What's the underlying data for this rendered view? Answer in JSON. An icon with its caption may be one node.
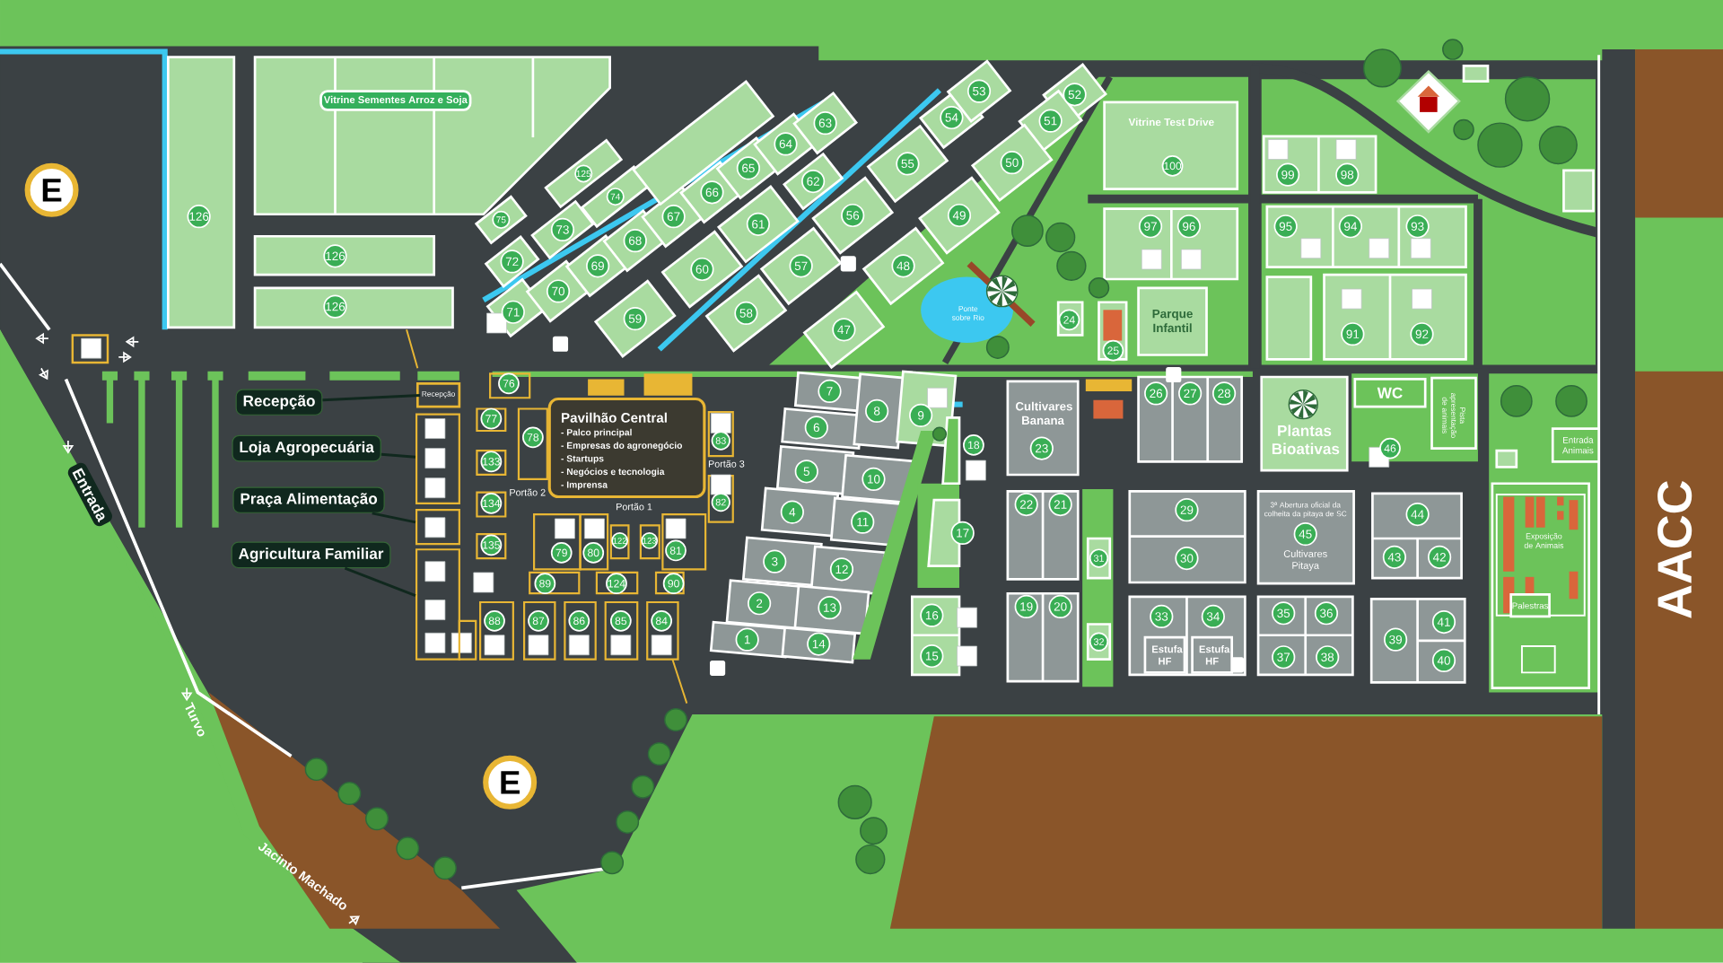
{
  "diagram": {
    "nodes": [
      {
        "text": [
          "Vitrine Sementes Arroz e Soja"
        ]
      },
      {
        "text": [
          "126"
        ]
      },
      {
        "text": [
          "126"
        ]
      },
      {
        "text": [
          "126"
        ]
      },
      {
        "text": [
          "125"
        ]
      },
      {
        "text": [
          "75"
        ]
      },
      {
        "text": [
          "74"
        ]
      },
      {
        "text": [
          "73"
        ]
      },
      {
        "text": [
          "72"
        ]
      },
      {
        "text": [
          "71"
        ]
      },
      {
        "text": [
          "70"
        ]
      },
      {
        "text": [
          "69"
        ]
      },
      {
        "text": [
          "68"
        ]
      },
      {
        "text": [
          "67"
        ]
      },
      {
        "text": [
          "66"
        ]
      },
      {
        "text": [
          "65"
        ]
      },
      {
        "text": [
          "64"
        ]
      },
      {
        "text": [
          "63"
        ]
      },
      {
        "text": [
          "62"
        ]
      },
      {
        "text": [
          "61"
        ]
      },
      {
        "text": [
          "60"
        ]
      },
      {
        "text": [
          "59"
        ]
      },
      {
        "text": [
          "58"
        ]
      },
      {
        "text": [
          "57"
        ]
      },
      {
        "text": [
          "56"
        ]
      },
      {
        "text": [
          "55"
        ]
      },
      {
        "text": [
          "54"
        ]
      },
      {
        "text": [
          "53"
        ]
      },
      {
        "text": [
          "52"
        ]
      },
      {
        "text": [
          "51"
        ]
      },
      {
        "text": [
          "50"
        ]
      },
      {
        "text": [
          "49"
        ]
      },
      {
        "text": [
          "48"
        ]
      },
      {
        "text": [
          "47"
        ]
      },
      {
        "text": [
          "Vitrine Test Drive"
        ]
      },
      {
        "text": [
          "100"
        ],
        "in": 34
      },
      {
        "text": [
          "99"
        ]
      },
      {
        "text": [
          "98"
        ]
      },
      {
        "text": [
          "97"
        ]
      },
      {
        "text": [
          "96"
        ]
      },
      {
        "text": [
          "95"
        ]
      },
      {
        "text": [
          "94"
        ]
      },
      {
        "text": [
          "93"
        ]
      },
      {
        "text": [
          "Parque Infantil"
        ]
      },
      {
        "text": [
          "24"
        ]
      },
      {
        "text": [
          "25"
        ]
      },
      {
        "text": [
          "91"
        ]
      },
      {
        "text": [
          "92"
        ]
      },
      {
        "text": [
          "Recepção"
        ]
      },
      {
        "text": [
          "Recepção"
        ]
      },
      {
        "text": [
          "76"
        ]
      },
      {
        "text": [
          "Pavilhão Central",
          "- Palco principal",
          "- Empresas do agronegócio",
          "- Startups",
          "- Negócios e tecnologia",
          "- Imprensa"
        ]
      },
      {
        "text": [
          "77"
        ]
      },
      {
        "text": [
          "78"
        ]
      },
      {
        "text": [
          "83"
        ]
      },
      {
        "text": [
          "Loja Agropecuária"
        ]
      },
      {
        "text": [],
        "shape": "box"
      },
      {
        "text": [
          "133"
        ]
      },
      {
        "text": [
          "Praça Alimentação"
        ]
      },
      {
        "text": [],
        "shape": "box"
      },
      {
        "text": [
          "134"
        ]
      },
      {
        "text": [
          "82"
        ]
      },
      {
        "text": [
          "135"
        ]
      },
      {
        "text": [
          "Agricultura Familiar"
        ]
      },
      {
        "text": [],
        "shape": "box"
      },
      {
        "text": [
          "79"
        ]
      },
      {
        "text": [
          "80"
        ]
      },
      {
        "text": [
          "122"
        ]
      },
      {
        "text": [
          "123"
        ]
      },
      {
        "text": [
          "81"
        ]
      },
      {
        "text": [
          "89"
        ]
      },
      {
        "text": [
          "124"
        ]
      },
      {
        "text": [
          "90"
        ]
      },
      {
        "text": [
          "88"
        ]
      },
      {
        "text": [
          "87"
        ]
      },
      {
        "text": [
          "86"
        ]
      },
      {
        "text": [
          "85"
        ]
      },
      {
        "text": [
          "84"
        ]
      },
      {
        "text": [
          "E"
        ]
      },
      {
        "text": [
          "E"
        ]
      },
      {
        "text": [
          "7"
        ]
      },
      {
        "text": [
          "8"
        ]
      },
      {
        "text": [
          "9"
        ]
      },
      {
        "text": [
          "6"
        ]
      },
      {
        "text": [
          "5"
        ]
      },
      {
        "text": [
          "10"
        ]
      },
      {
        "text": [
          "4"
        ]
      },
      {
        "text": [
          "11"
        ]
      },
      {
        "text": [
          "3"
        ]
      },
      {
        "text": [
          "12"
        ]
      },
      {
        "text": [
          "2"
        ]
      },
      {
        "text": [
          "13"
        ]
      },
      {
        "text": [
          "1"
        ]
      },
      {
        "text": [
          "14"
        ]
      },
      {
        "text": [
          "18"
        ]
      },
      {
        "text": [
          "17"
        ]
      },
      {
        "text": [
          "16"
        ]
      },
      {
        "text": [
          "15"
        ]
      },
      {
        "text": [
          "Cultivares Banana"
        ]
      },
      {
        "text": [
          "23"
        ],
        "in": 98
      },
      {
        "text": [
          "26"
        ]
      },
      {
        "text": [
          "27"
        ]
      },
      {
        "text": [
          "28"
        ]
      },
      {
        "text": [
          "Plantas Bioativas"
        ]
      },
      {
        "text": [
          "WC"
        ]
      },
      {
        "text": [
          "46"
        ]
      },
      {
        "text": [
          "Pista apresentação de animais"
        ]
      },
      {
        "text": [
          "Entrada Animais"
        ]
      },
      {
        "text": [
          "22"
        ]
      },
      {
        "text": [
          "21"
        ]
      },
      {
        "text": [
          "29"
        ]
      },
      {
        "text": [
          "3ª Abertura oficial da colheita da pitaya de SC",
          "Cultivares Pitaya"
        ]
      },
      {
        "text": [
          "45"
        ],
        "in": 111
      },
      {
        "text": [
          "44"
        ]
      },
      {
        "text": [
          "Exposição de Animais"
        ]
      },
      {
        "text": [
          "Palestras"
        ],
        "in": 114
      },
      {
        "text": [
          "43"
        ]
      },
      {
        "text": [
          "42"
        ]
      },
      {
        "text": [
          "31"
        ]
      },
      {
        "text": [
          "30"
        ]
      },
      {
        "text": [
          "19"
        ]
      },
      {
        "text": [
          "20"
        ]
      },
      {
        "text": [
          "33"
        ]
      },
      {
        "text": [
          "34"
        ]
      },
      {
        "text": [
          "35"
        ]
      },
      {
        "text": [
          "36"
        ]
      },
      {
        "text": [
          "41"
        ]
      },
      {
        "text": [
          "39"
        ]
      },
      {
        "text": [
          "32"
        ]
      },
      {
        "text": [
          "Estufa HF"
        ]
      },
      {
        "text": [
          "Estufa HF"
        ]
      },
      {
        "text": [
          "37"
        ]
      },
      {
        "text": [
          "38"
        ]
      },
      {
        "text": [
          "40"
        ]
      },
      {
        "text": [
          "AACC"
        ]
      }
    ],
    "edges": [
      {
        "from": 48,
        "to": 49,
        "arrow": "none"
      },
      {
        "from": 55,
        "to": 56,
        "arrow": "none"
      },
      {
        "from": 58,
        "to": 59,
        "arrow": "none"
      },
      {
        "from": 63,
        "to": 64,
        "arrow": "none"
      }
    ],
    "labels": [
      "Ponte sobre Rio",
      "Portão 3",
      "Portão 2",
      "Entrada",
      "Portão 1",
      "Turvo",
      "Jacinto Machado"
    ]
  }
}
